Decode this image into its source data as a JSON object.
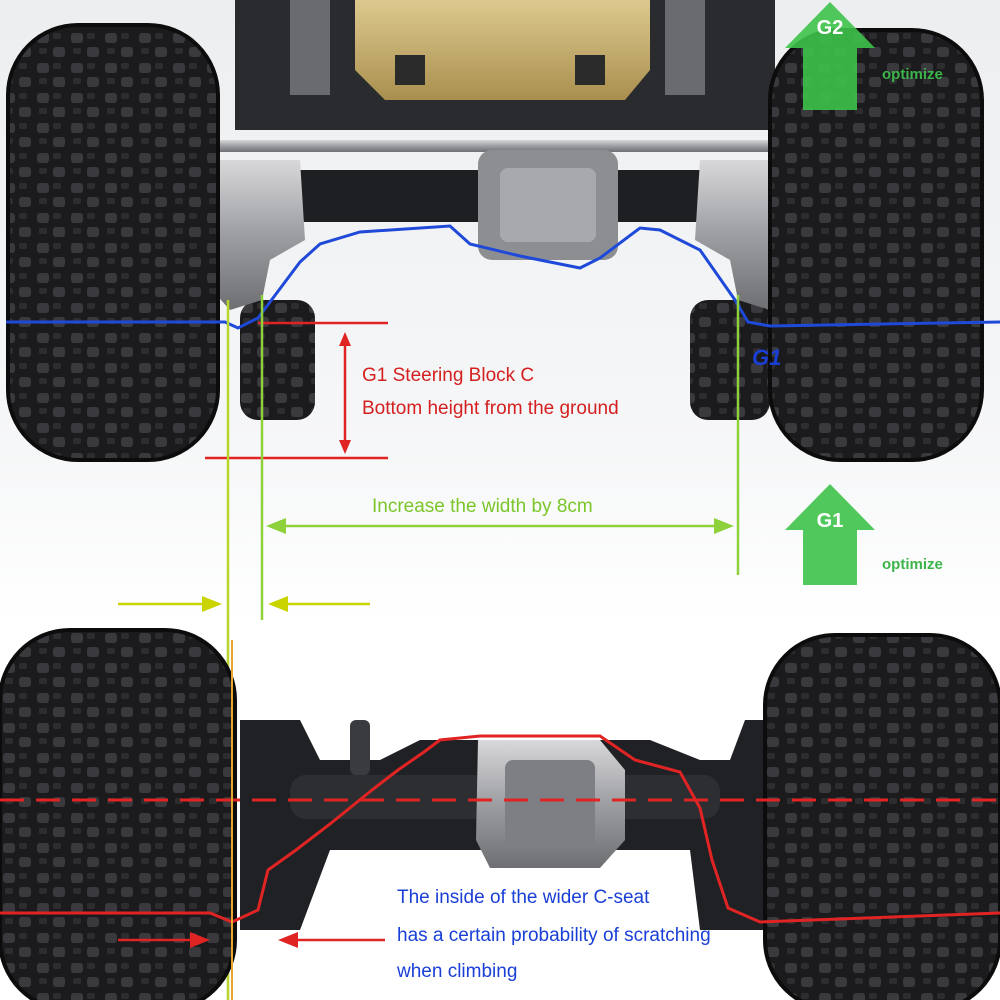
{
  "annotations": {
    "steering_label_line1": "G1 Steering Block C",
    "steering_label_line2": "Bottom height from the ground",
    "width_label": "Increase the width by 8cm",
    "g1_tag": "G1",
    "top_arrow": {
      "letter": "G2",
      "caption": "optimize"
    },
    "mid_arrow": {
      "letter": "G1",
      "caption": "optimize"
    },
    "c_seat_line1": "The inside of the wider C-seat",
    "c_seat_line2": "has a certain probability of scratching",
    "c_seat_line3": "when climbing"
  },
  "colors": {
    "ground_line_blue": "#1f49d8",
    "dimension_red": "#e02424",
    "width_green": "#8fd13a",
    "arrow_green": "#3ec24a",
    "guide_yellow": "#c9d400"
  }
}
